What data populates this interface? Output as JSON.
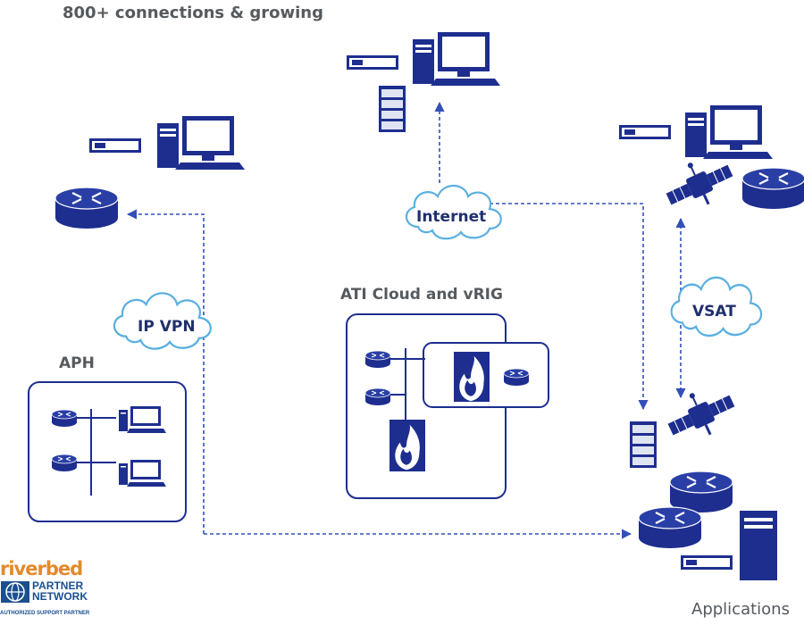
{
  "title": "800+ connections & growing",
  "labels": {
    "internet": "Internet",
    "ip_vpn": "IP VPN",
    "vsat": "VSAT",
    "aph": "APH",
    "ati_cloud": "ATI Cloud and vRIG",
    "applications": "Applications"
  },
  "logo": {
    "brand": "riverbed",
    "line1": "PARTNER",
    "line2": "NETWORK",
    "tagline": "AUTHORIZED SUPPORT PARTNER"
  },
  "colors": {
    "device_blue": "#1e2e8f",
    "line_blue": "#3350b8",
    "cloud_outline": "#5ab0e0",
    "label_gray": "#555a5e",
    "logo_orange": "#e38a2b"
  }
}
